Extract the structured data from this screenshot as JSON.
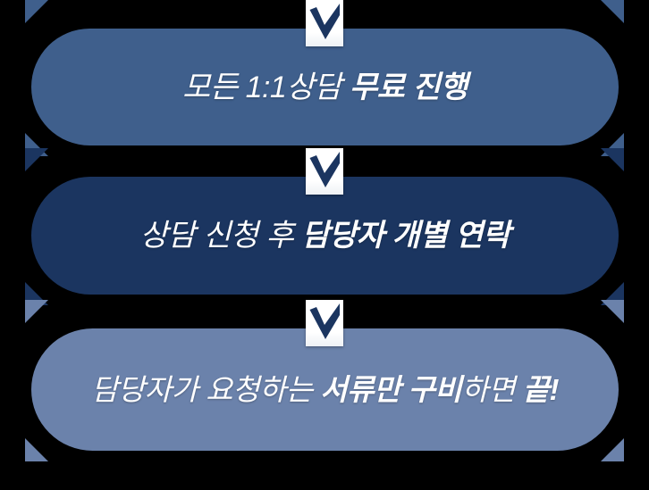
{
  "background_color": "#000000",
  "steps": [
    {
      "id": "step-1",
      "card_color": "#3f5f8c",
      "accent_color": "#3f5f8c",
      "check_icon": "checkmark-icon",
      "check_color": "#1b3560",
      "font_size": "34px",
      "text_light": "모든 1:1상담 ",
      "text_bold": "무료 진행",
      "text_light_2": "",
      "text_bold_2": "",
      "full_text": "모든 1:1상담 무료 진행"
    },
    {
      "id": "step-2",
      "card_color": "#1b3560",
      "accent_color": "#1b3560",
      "check_icon": "checkmark-icon",
      "check_color": "#1b3560",
      "font_size": "34px",
      "text_light": "상담 신청 후 ",
      "text_bold": "담당자 개별 연락",
      "text_light_2": "",
      "text_bold_2": "",
      "full_text": "상담 신청 후 담당자 개별 연락"
    },
    {
      "id": "step-3",
      "card_color": "#6b82ab",
      "accent_color": "#6b82ab",
      "check_icon": "checkmark-icon",
      "check_color": "#1b3560",
      "font_size": "33px",
      "text_light": "담당자가 요청하는 ",
      "text_bold": "서류만 구비",
      "text_light_2": "하면 ",
      "text_bold_2": "끝!",
      "full_text": "담당자가 요청하는 서류만 구비하면 끝!"
    }
  ]
}
